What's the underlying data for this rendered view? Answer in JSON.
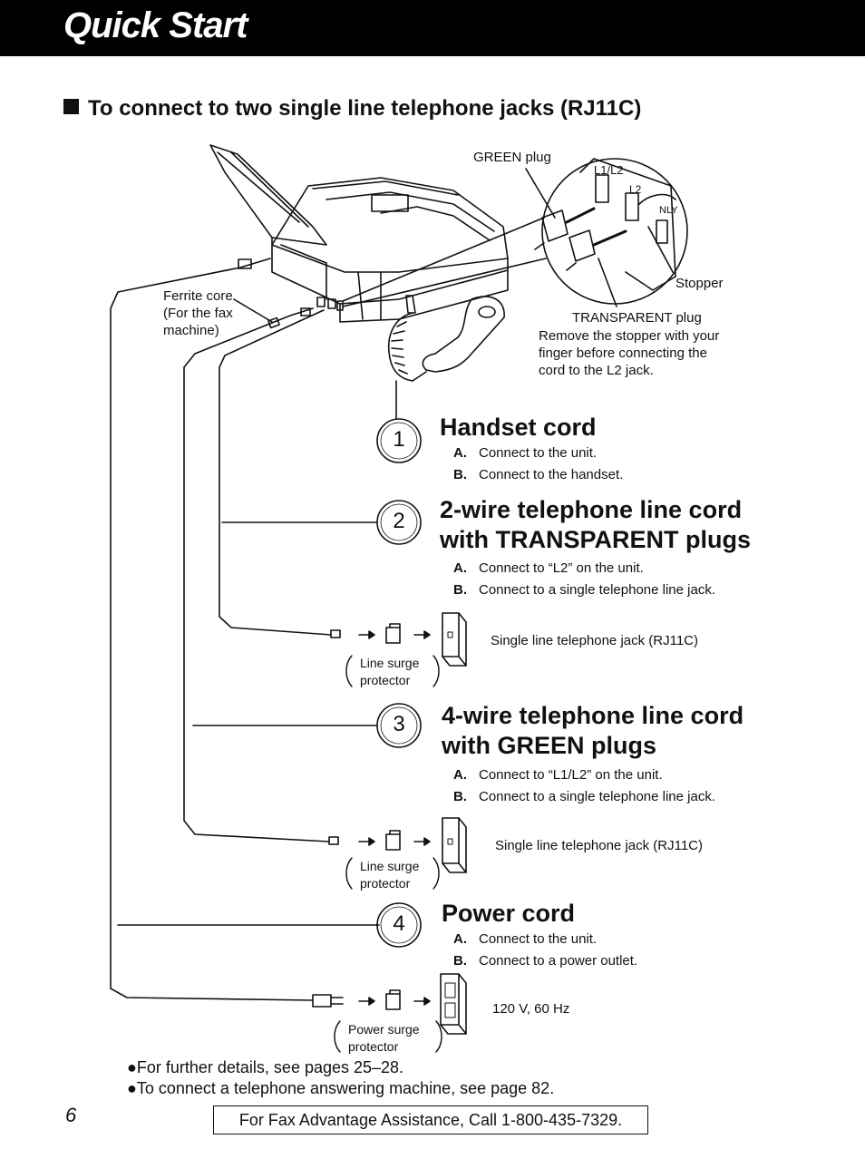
{
  "header": {
    "title": "Quick Start"
  },
  "section": {
    "heading": "To connect to two single line telephone jacks (RJ11C)"
  },
  "diagram": {
    "green_plug_label": "GREEN plug",
    "jack_label_l1l2": "L1/L2",
    "jack_label_l2": "L2",
    "jack_label_only": "NLY",
    "stopper_label": "Stopper",
    "transparent_plug_label": "TRANSPARENT plug",
    "transparent_note": [
      "Remove the stopper with your",
      "finger before connecting the",
      "cord to the L2 jack."
    ],
    "ferrite_label": [
      "Ferrite core",
      "(For the fax",
      "machine)"
    ]
  },
  "steps": [
    {
      "number": "1",
      "title": "Handset cord",
      "items": [
        {
          "letter": "A.",
          "text": "Connect to the unit."
        },
        {
          "letter": "B.",
          "text": "Connect to the handset."
        }
      ]
    },
    {
      "number": "2",
      "title_lines": [
        "2-wire telephone line cord",
        "with TRANSPARENT plugs"
      ],
      "items": [
        {
          "letter": "A.",
          "text": "Connect to “L2” on the unit."
        },
        {
          "letter": "B.",
          "text": "Connect to a single telephone line jack."
        }
      ],
      "protector": [
        "Line surge",
        "protector"
      ],
      "jack": "Single line telephone jack (RJ11C)"
    },
    {
      "number": "3",
      "title_lines": [
        "4-wire telephone line cord",
        "with GREEN plugs"
      ],
      "items": [
        {
          "letter": "A.",
          "text": "Connect to “L1/L2” on the unit."
        },
        {
          "letter": "B.",
          "text": "Connect to a single telephone line jack."
        }
      ],
      "protector": [
        "Line surge",
        "protector"
      ],
      "jack": "Single line telephone jack (RJ11C)"
    },
    {
      "number": "4",
      "title": "Power cord",
      "items": [
        {
          "letter": "A.",
          "text": "Connect to the unit."
        },
        {
          "letter": "B.",
          "text": "Connect to a power outlet."
        }
      ],
      "protector": [
        "Power surge",
        "protector"
      ],
      "jack": "120 V, 60 Hz"
    }
  ],
  "footnotes": [
    "●For further details, see pages 25–28.",
    "●To connect a telephone answering machine, see page 82."
  ],
  "footer": {
    "page_number": "6",
    "assistance": "For Fax Advantage Assistance, Call 1-800-435-7329."
  }
}
